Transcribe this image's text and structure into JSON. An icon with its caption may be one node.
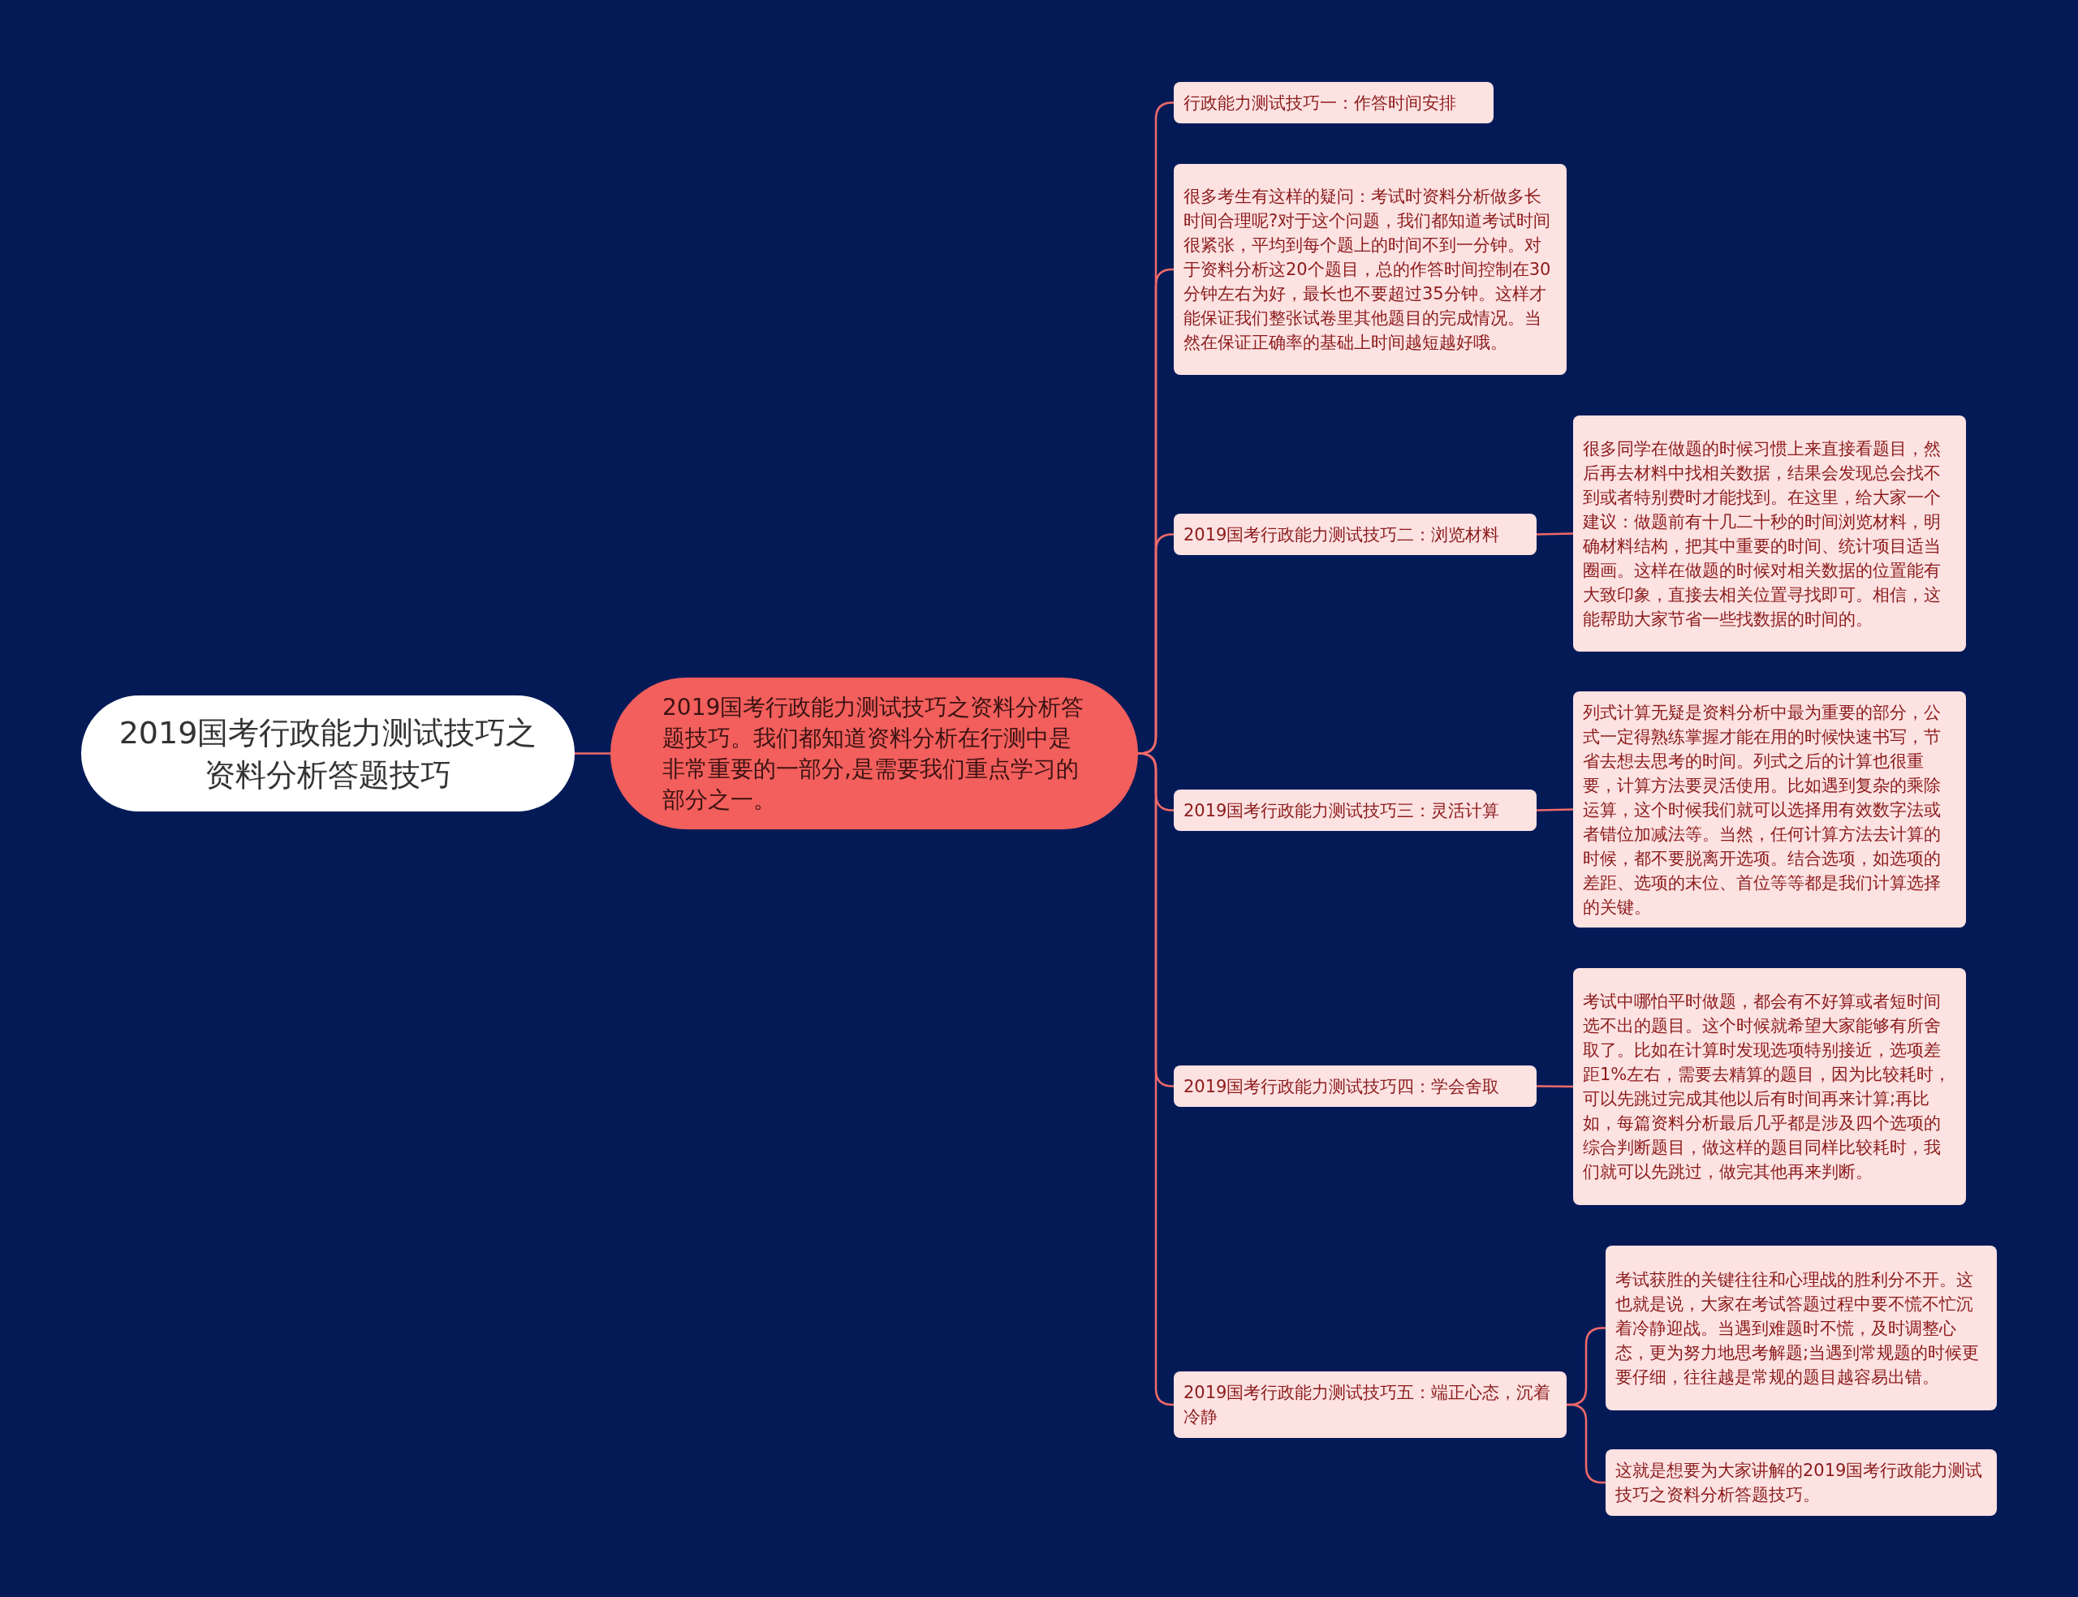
{
  "diagram": {
    "nodes": [
      {
        "text": [
          "2019国考行政能力测试技巧之资料分析答题技巧"
        ]
      },
      {
        "text": [
          "2019国考行政能力测试技巧之资料分析答题技巧。我们都知道资料分析在行测中是非常重要的一部分,是需要我们重点学习的部分之一。"
        ]
      },
      {
        "text": [
          "行政能力测试技巧一：作答时间安排"
        ]
      },
      {
        "text": [
          "很多考生有这样的疑问：考试时资料分析做多长时间合理呢?对于这个问题，我们都知道考试时间很紧张，平均到每个题上的时间不到一分钟。对于资料分析这20个题目，总的作答时间控制在30分钟左右为好，最长也不要超过35分钟。这样才能保证我们整张试卷里其他题目的完成情况。当然在保证正确率的基础上时间越短越好哦。"
        ]
      },
      {
        "text": [
          "2019国考行政能力测试技巧二：浏览材料"
        ]
      },
      {
        "text": [
          "很多同学在做题的时候习惯上来直接看题目，然后再去材料中找相关数据，结果会发现总会找不到或者特别费时才能找到。在这里，给大家一个建议：做题前有十几二十秒的时间浏览材料，明确材料结构，把其中重要的时间、统计项目适当圈画。这样在做题的时候对相关数据的位置能有大致印象，直接去相关位置寻找即可。相信，这能帮助大家节省一些找数据的时间的。"
        ]
      },
      {
        "text": [
          "2019国考行政能力测试技巧三：灵活计算"
        ]
      },
      {
        "text": [
          "列式计算无疑是资料分析中最为重要的部分，公式一定得熟练掌握才能在用的时候快速书写，节省去想去思考的时间。列式之后的计算也很重要，计算方法要灵活使用。比如遇到复杂的乘除运算，这个时候我们就可以选择用有效数字法或者错位加减法等。当然，任何计算方法去计算的时候，都不要脱离开选项。结合选项，如选项的差距、选项的末位、首位等等都是我们计算选择的关键。"
        ]
      },
      {
        "text": [
          "2019国考行政能力测试技巧四：学会舍取"
        ]
      },
      {
        "text": [
          "考试中哪怕平时做题，都会有不好算或者短时间选不出的题目。这个时候就希望大家能够有所舍取了。比如在计算时发现选项特别接近，选项差距1%左右，需要去精算的题目，因为比较耗时，可以先跳过完成其他以后有时间再来计算;再比如，每篇资料分析最后几乎都是涉及四个选项的综合判断题目，做这样的题目同样比较耗时，我们就可以先跳过，做完其他再来判断。"
        ]
      },
      {
        "text": [
          "2019国考行政能力测试技巧五：端正心态，沉着冷静"
        ]
      },
      {
        "text": [
          "考试获胜的关键往往和心理战的胜利分不开。这也就是说，大家在考试答题过程中要不慌不忙沉着冷静迎战。当遇到难题时不慌，及时调整心态，更为努力地思考解题;当遇到常规题的时候更要仔细，往往越是常规的题目越容易出错。"
        ]
      },
      {
        "text": [
          "这就是想要为大家讲解的2019国考行政能力测试技巧之资料分析答题技巧。"
        ]
      }
    ],
    "edges": [
      {
        "from": 0,
        "to": 1,
        "arrow": "none"
      },
      {
        "from": 1,
        "to": 2,
        "arrow": "none"
      },
      {
        "from": 1,
        "to": 3,
        "arrow": "none"
      },
      {
        "from": 1,
        "to": 4,
        "arrow": "none"
      },
      {
        "from": 1,
        "to": 6,
        "arrow": "none"
      },
      {
        "from": 1,
        "to": 8,
        "arrow": "none"
      },
      {
        "from": 1,
        "to": 10,
        "arrow": "none"
      },
      {
        "from": 4,
        "to": 5,
        "arrow": "none"
      },
      {
        "from": 6,
        "to": 7,
        "arrow": "none"
      },
      {
        "from": 8,
        "to": 9,
        "arrow": "none"
      },
      {
        "from": 10,
        "to": 11,
        "arrow": "none"
      },
      {
        "from": 10,
        "to": 12,
        "arrow": "none"
      }
    ]
  }
}
